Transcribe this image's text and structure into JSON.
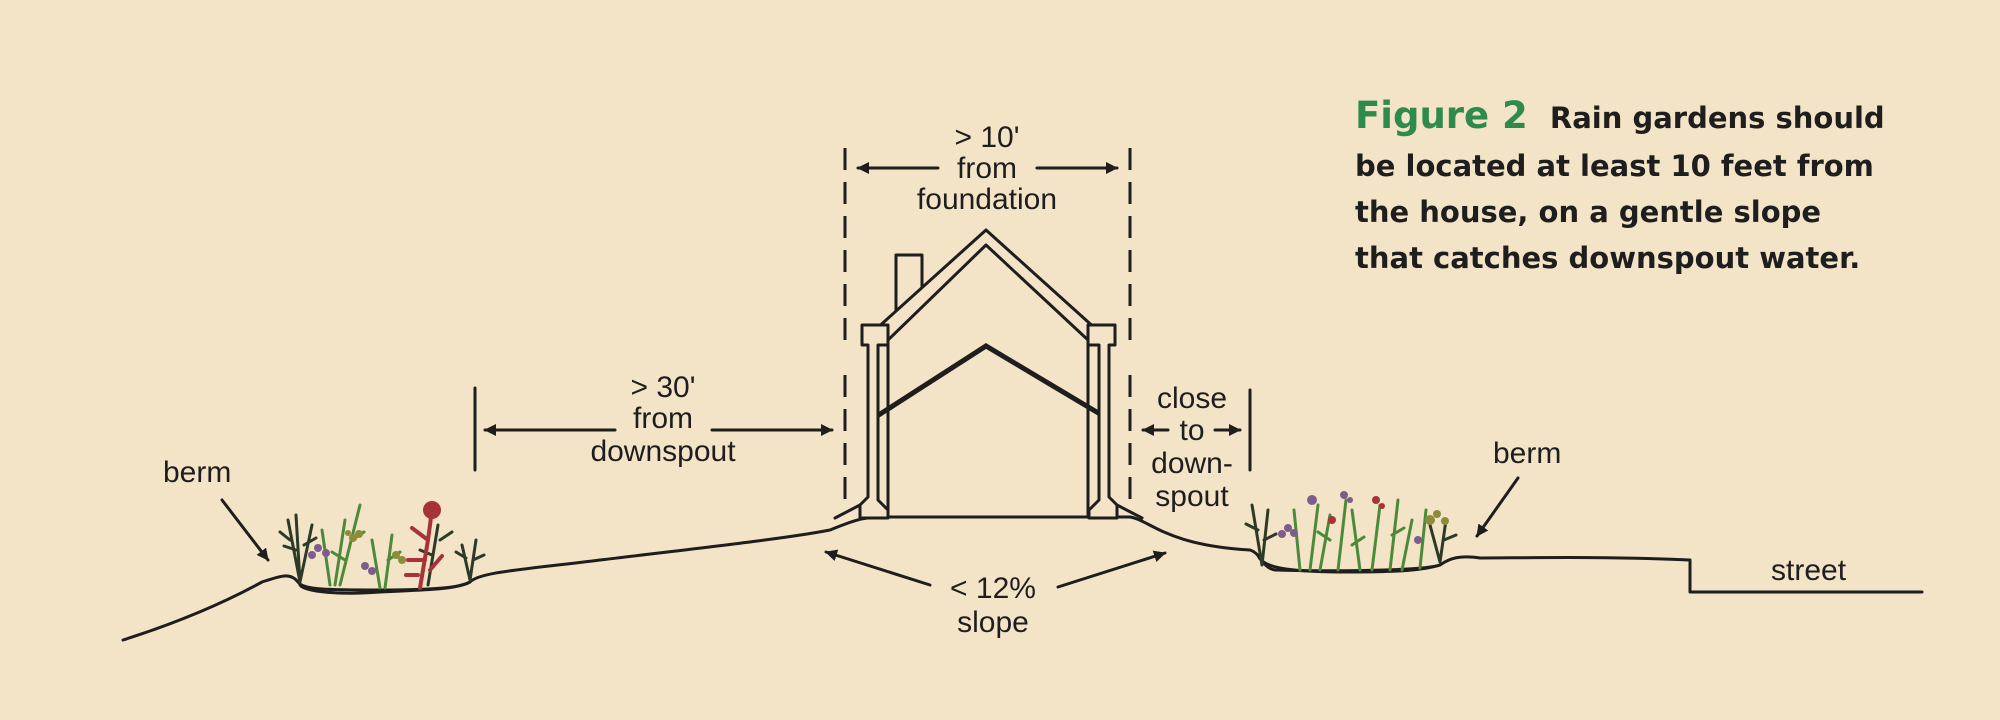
{
  "caption": {
    "figure_label": "Figure 2",
    "lines": [
      "Rain gardens should",
      "be located at least 10 feet from",
      "the house, on a gentle slope",
      "that catches downspout water."
    ]
  },
  "labels": {
    "foundation": [
      "> 10'",
      "from",
      "foundation"
    ],
    "downspout_far": [
      "> 30'",
      "from",
      "downspout"
    ],
    "close": [
      "close",
      "to",
      "down-",
      "spout"
    ],
    "slope": [
      "< 12%",
      "slope"
    ],
    "berm_left": "berm",
    "berm_right": "berm",
    "street": "street"
  },
  "colors": {
    "background": "#f3e3c7",
    "ink": "#1e1e1e",
    "figure_green": "#2f8a4e",
    "plant_dark": "#2c3a27",
    "plant_green": "#4c8a3a",
    "plant_red": "#a8323a",
    "plant_purple": "#7d5d8c",
    "plant_olive": "#8c8c3a"
  },
  "icons": [
    "house-icon",
    "chimney-icon",
    "left-downspout-icon",
    "right-downspout-icon",
    "plant-cluster-icon"
  ]
}
